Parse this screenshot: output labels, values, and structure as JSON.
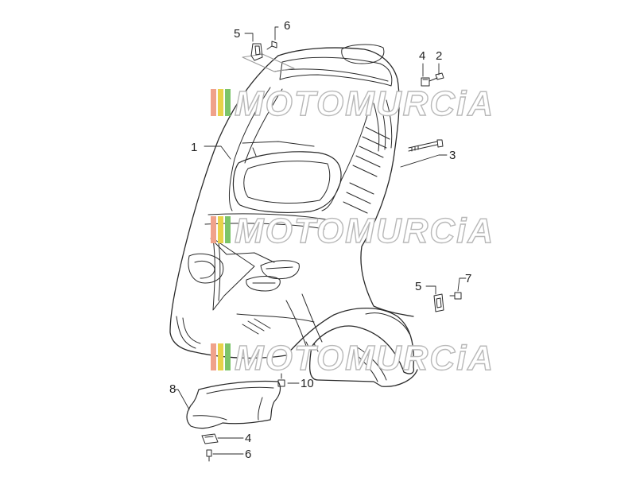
{
  "colors": {
    "line": "#2a2a2a",
    "watermark_outline": "#b8b8b8",
    "stripe_1": "#f0a28a",
    "stripe_2": "#e8d24a",
    "stripe_3": "#7cc46a"
  },
  "watermark": {
    "text": "MOTOMURCiA"
  },
  "callouts": [
    {
      "id": "c1",
      "label": "1"
    },
    {
      "id": "c2",
      "label": "2"
    },
    {
      "id": "c3",
      "label": "3"
    },
    {
      "id": "c4a",
      "label": "4"
    },
    {
      "id": "c4b",
      "label": "4"
    },
    {
      "id": "c5a",
      "label": "5"
    },
    {
      "id": "c5b",
      "label": "5"
    },
    {
      "id": "c6a",
      "label": "6"
    },
    {
      "id": "c6b",
      "label": "6"
    },
    {
      "id": "c7",
      "label": "7"
    },
    {
      "id": "c8",
      "label": "8"
    },
    {
      "id": "c10",
      "label": "10"
    }
  ]
}
